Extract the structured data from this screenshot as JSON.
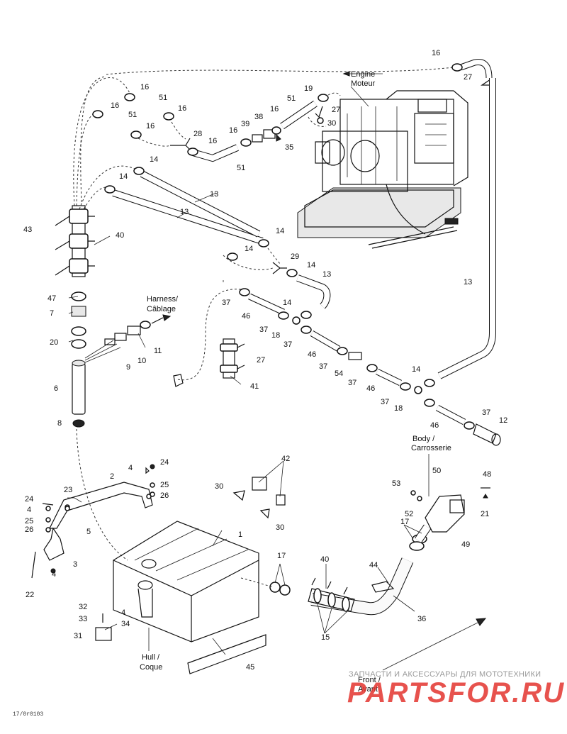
{
  "callouts": {
    "engine": "Engine",
    "moteur": "Moteur",
    "harness": "Harness/",
    "cablage": "Câblage",
    "body": "Body /",
    "carrosserie": "Carrosserie",
    "hull": "Hull /",
    "coque": "Coque",
    "front": "Front /",
    "avant": "Avant"
  },
  "part_numbers": {
    "p16a": "16",
    "p27a": "27",
    "p16b": "16",
    "p51a": "51",
    "p16c": "16",
    "p16d": "16",
    "p51b": "51",
    "p16e": "16",
    "p19": "19",
    "p51c": "51",
    "p27b": "27",
    "p16f": "16",
    "p30a": "30",
    "p38": "38",
    "p39": "39",
    "p16g": "16",
    "p35": "35",
    "p28": "28",
    "p16h": "16",
    "p51d": "51",
    "p14a": "14",
    "p14b": "14",
    "p13a": "13",
    "p13b": "13",
    "p43": "43",
    "p40a": "40",
    "p14c": "14",
    "p14d": "14",
    "p29": "29",
    "p14e": "14",
    "p13c": "13",
    "p13d": "13",
    "p47": "47",
    "p7": "7",
    "p37a": "37",
    "p14f": "14",
    "p46a": "46",
    "p37b": "37",
    "p18a": "18",
    "p37c": "37",
    "p20": "20",
    "p11": "11",
    "p10": "10",
    "p9": "9",
    "p27c": "27",
    "p46b": "46",
    "p37d": "37",
    "p54": "54",
    "p37e": "37",
    "p14g": "14",
    "p46c": "46",
    "p6": "6",
    "p41": "41",
    "p37f": "37",
    "p18b": "18",
    "p37g": "37",
    "p46d": "46",
    "p12": "12",
    "p8": "8",
    "p24a": "24",
    "p4a": "4",
    "p42": "42",
    "p2": "2",
    "p25a": "25",
    "p26a": "26",
    "p30b": "30",
    "p48": "48",
    "p50": "50",
    "p53": "53",
    "p23": "23",
    "p24b": "24",
    "p4b": "4",
    "p25b": "25",
    "p26b": "26",
    "p5": "5",
    "p52": "52",
    "p21": "21",
    "p30c": "30",
    "p1": "1",
    "p17a": "17",
    "p49": "49",
    "p3": "3",
    "p4c": "4",
    "p40b": "40",
    "p17b": "17",
    "p44": "44",
    "p22": "22",
    "p32": "32",
    "p4d": "4",
    "p33": "33",
    "p34": "34",
    "p36": "36",
    "p31": "31",
    "p15": "15",
    "p45": "45"
  },
  "watermark": {
    "tagline": "ЗАПЧАСТИ И АКСЕССУАРЫ ДЛЯ МОТОТЕХНИКИ",
    "logo": "PARTSFOR.RU"
  },
  "drawing_code": "17/0r0103"
}
